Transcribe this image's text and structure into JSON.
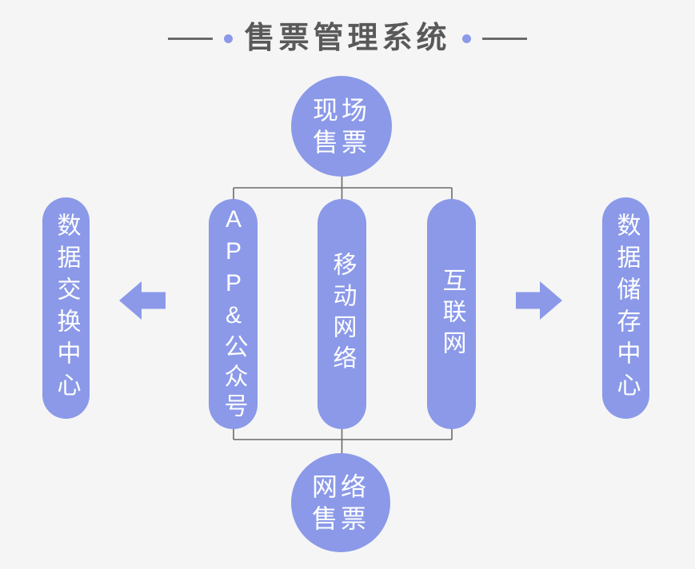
{
  "palette": {
    "bg": "#f5f5f6",
    "accent": "#8b99e8",
    "line": "#6a6a6a",
    "title": "#595959",
    "node-text": "#ffffff"
  },
  "title": {
    "text": "售票管理系统"
  },
  "nodes": {
    "onsite": {
      "line1": "现场",
      "line2": "售票"
    },
    "online": {
      "line1": "网络",
      "line2": "售票"
    },
    "app": {
      "label": "APP&公众号"
    },
    "mobile": {
      "label": "移动网络"
    },
    "internet": {
      "label": "互联网"
    },
    "exchange": {
      "label": "数据交换中心"
    },
    "storage": {
      "label": "数据储存中心"
    }
  },
  "icons": {
    "left_arrow": "arrow pointing left toward data exchange center",
    "right_arrow": "arrow pointing right toward data storage center"
  }
}
